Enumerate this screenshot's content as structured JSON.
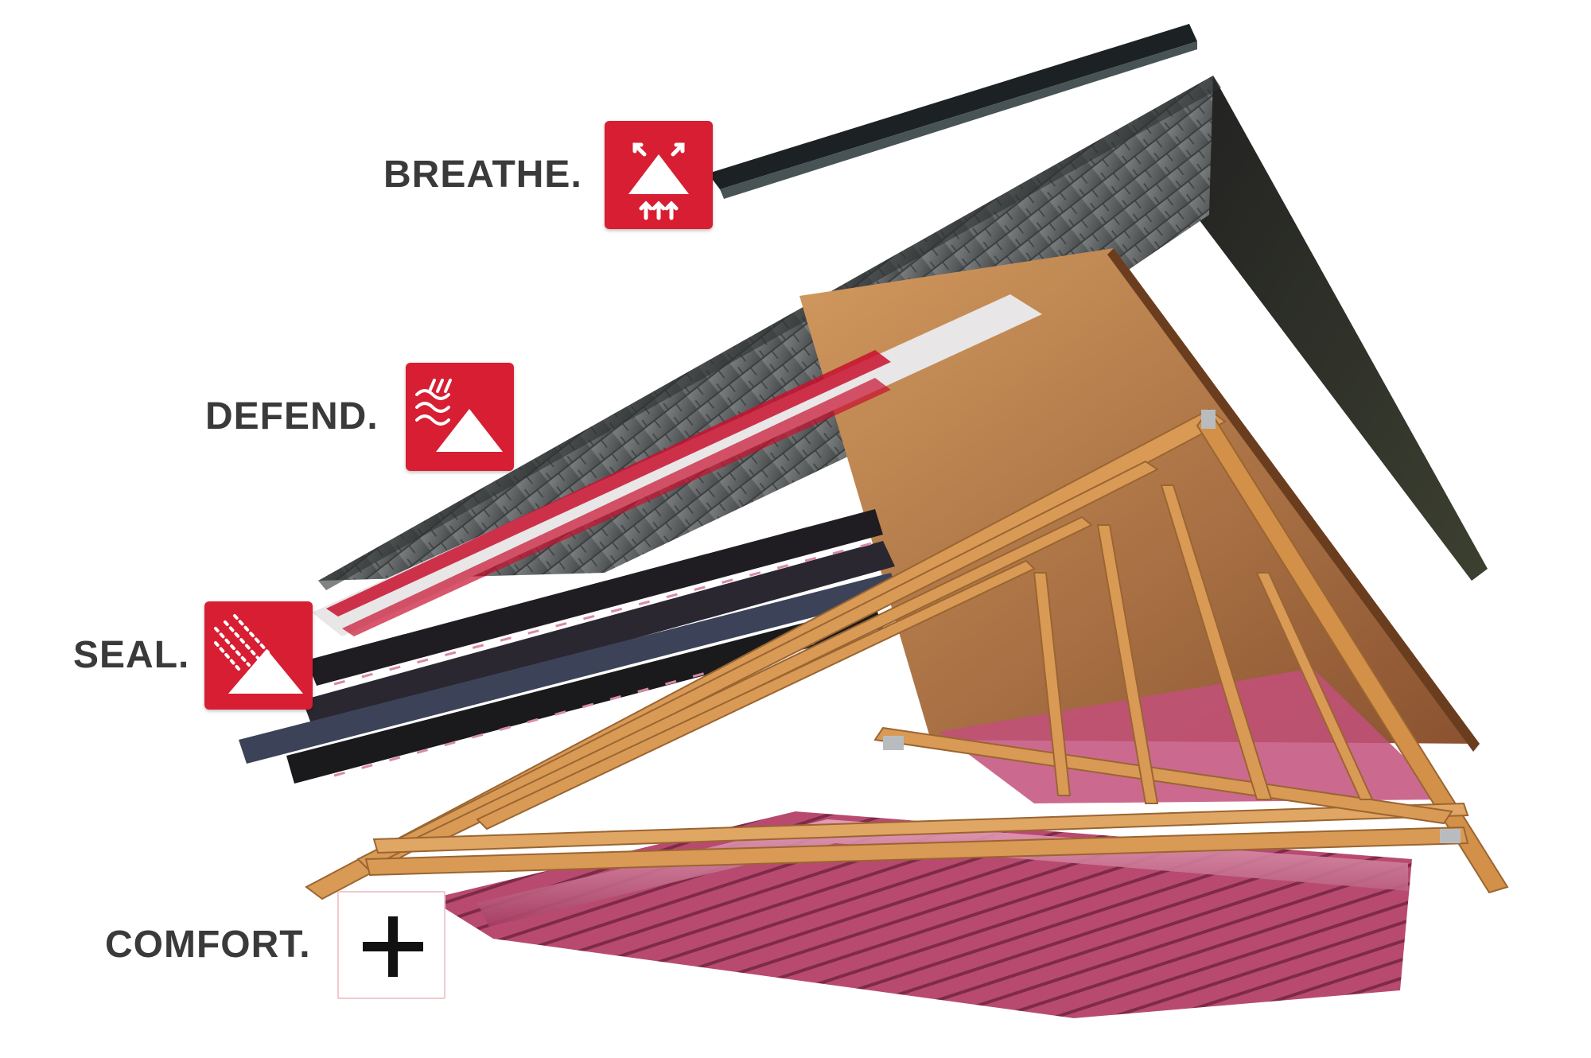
{
  "features": [
    {
      "label": "BREATHE.",
      "icon": "ridge-vent-icon",
      "badge_style": "filled"
    },
    {
      "label": "DEFEND.",
      "icon": "shingle-defense-icon",
      "badge_style": "filled"
    },
    {
      "label": "SEAL.",
      "icon": "underlayment-seal-icon",
      "badge_style": "filled"
    },
    {
      "label": "COMFORT.",
      "icon": "plus-icon",
      "badge_style": "outline"
    }
  ],
  "colors": {
    "badge_red": "#d81e32",
    "label_text": "#3a3a3a",
    "shingles": "#5b5f60",
    "underlayment_black": "#1f1d22",
    "underlayment_accent_red": "#c8102e",
    "plywood": "#b07a45",
    "lumber": "#d99a55",
    "insulation_pink": "#c9557a"
  }
}
